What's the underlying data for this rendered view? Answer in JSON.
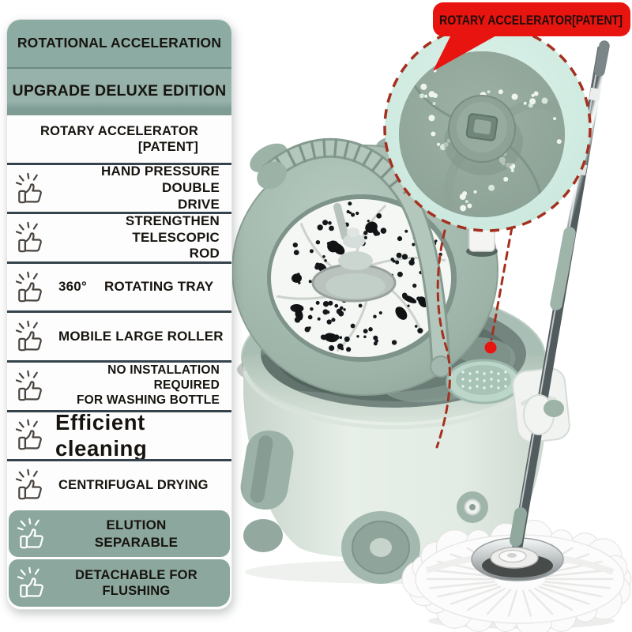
{
  "colors": {
    "teal_header_top": "#8caba3",
    "teal_header_mid": "#96b2ab",
    "teal_header_band": "#7f9c95",
    "teal_box": "#8ba79e",
    "divider": "#35444c",
    "panel_text": "#17140f",
    "badge_red": "#e81410",
    "dashed_red": "#a5301f",
    "sage": "#9db3a8",
    "sage_dark": "#7e948a",
    "mint_body": "#e4ece5",
    "inset_bg": "#d4ece4"
  },
  "badge": {
    "label": "ROTARY ACCELERATOR[PATENT]"
  },
  "panel": {
    "items": [
      {
        "id": "rotational-acceleration",
        "lines": [
          "ROTATIONAL ACCELERATION"
        ]
      },
      {
        "id": "upgrade-deluxe-edition",
        "lines": [
          "UPGRADE DELUXE EDITION"
        ]
      },
      {
        "id": "rotary-accelerator-patent",
        "lines": [
          "ROTARY ACCELERATOR",
          "[PATENT]"
        ]
      },
      {
        "id": "hand-pressure-double-drive",
        "lines": [
          "HAND PRESSURE DOUBLE",
          "DRIVE"
        ]
      },
      {
        "id": "strengthen-telescopic-rod",
        "lines": [
          "STRENGTHEN TELESCOPIC",
          "ROD"
        ]
      },
      {
        "id": "rotating-tray",
        "lines": [
          "360°",
          "ROTATING TRAY"
        ]
      },
      {
        "id": "mobile-large-roller",
        "lines": [
          "MOBILE LARGE ROLLER"
        ]
      },
      {
        "id": "no-installation-washing-bottle",
        "lines": [
          "NO INSTALLATION REQUIRED",
          "FOR WASHING BOTTLE"
        ]
      },
      {
        "id": "efficient-cleaning",
        "lines": [
          "Efficient cleaning"
        ]
      },
      {
        "id": "centrifugal-drying",
        "lines": [
          "CENTRIFUGAL DRYING"
        ]
      },
      {
        "id": "elution-separable",
        "lines": [
          "ELUTION",
          "SEPARABLE"
        ]
      },
      {
        "id": "detachable-for-flushing",
        "lines": [
          "DETACHABLE FOR FLUSHING"
        ]
      }
    ]
  }
}
